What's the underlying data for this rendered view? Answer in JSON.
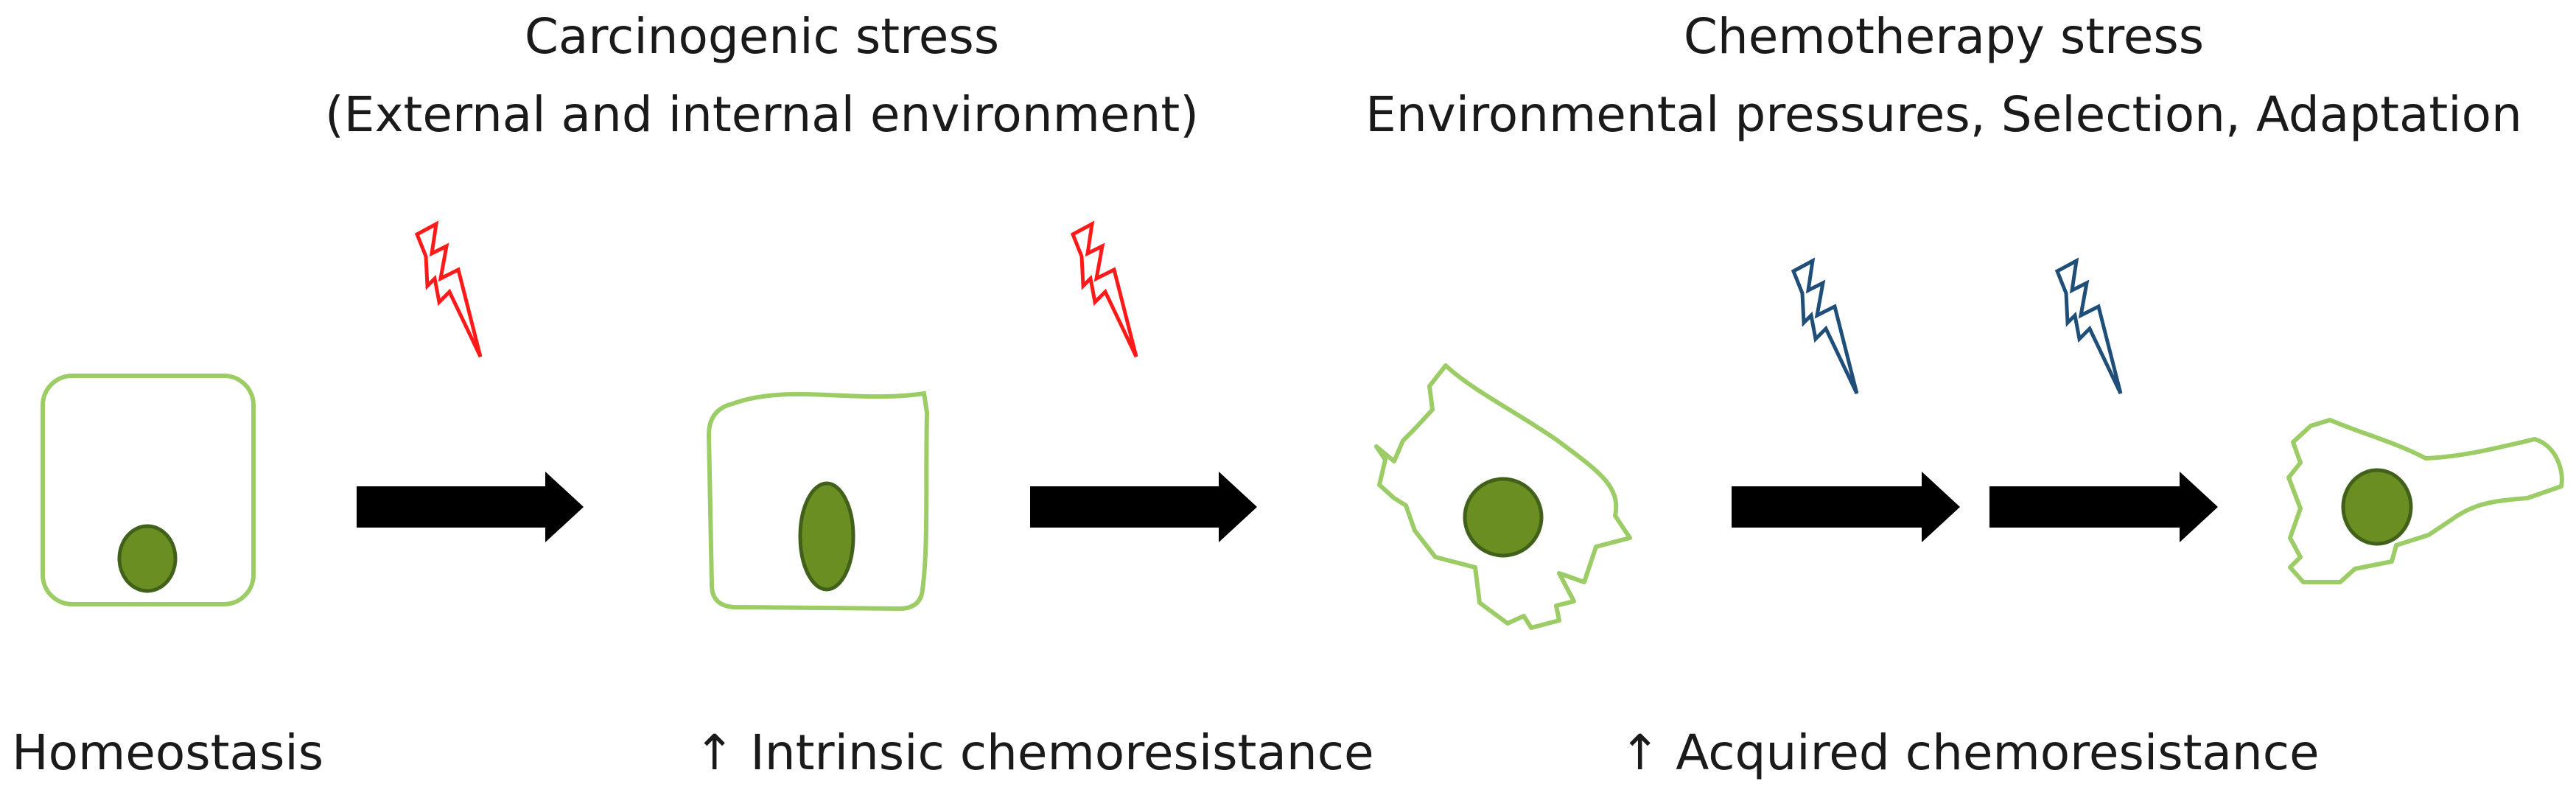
{
  "labels": {
    "carcinogenic_title": "Carcinogenic stress",
    "carcinogenic_subtitle": "(External and internal environment)",
    "chemo_title": "Chemotherapy stress",
    "chemo_subtitle": "Environmental pressures, Selection, Adaptation",
    "homeostasis": "Homeostasis",
    "intrinsic": "↑ Intrinsic chemoresistance",
    "acquired": "↑ Acquired chemoresistance"
  },
  "colors": {
    "cell_outline": "#9ccc65",
    "nucleus_fill": "#6b8e23",
    "nucleus_stroke": "#41601a",
    "carcinogenic_bolt": "#ff1a1a",
    "chemo_bolt": "#1f4e79",
    "arrow": "#000000"
  }
}
